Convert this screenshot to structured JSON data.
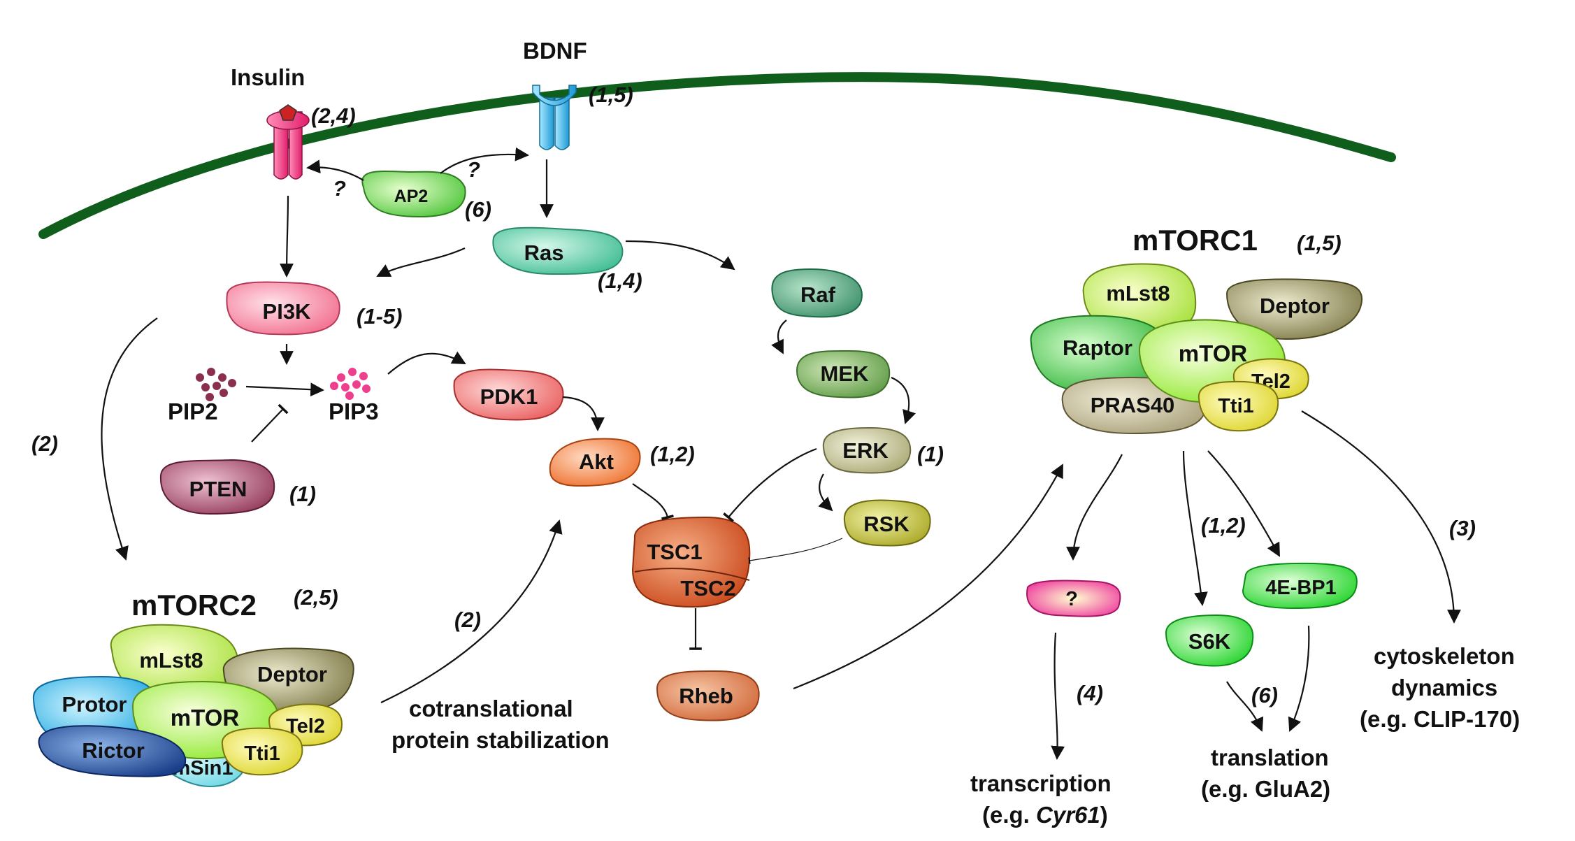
{
  "ligands": {
    "insulin": "Insulin",
    "bdnf": "BDNF"
  },
  "nodes": {
    "ap2": "AP2",
    "ras": "Ras",
    "pi3k": "PI3K",
    "pip2": "PIP2",
    "pip3": "PIP3",
    "pten": "PTEN",
    "pdk1": "PDK1",
    "akt": "Akt",
    "raf": "Raf",
    "mek": "MEK",
    "erk": "ERK",
    "rsk": "RSK",
    "tsc1": "TSC1",
    "tsc2": "TSC2",
    "rheb": "Rheb",
    "unknown": "?",
    "s6k": "S6K",
    "fourebp1": "4E-BP1"
  },
  "mtorc1": {
    "title": "mTORC1",
    "ref": "(1,5)",
    "mlst8": "mLst8",
    "deptor": "Deptor",
    "raptor": "Raptor",
    "mtor": "mTOR",
    "tel2": "Tel2",
    "pras40": "PRAS40",
    "tti1": "Tti1"
  },
  "mtorc2": {
    "title": "mTORC2",
    "ref": "(2,5)",
    "mlst8": "mLst8",
    "deptor": "Deptor",
    "protor": "Protor",
    "mtor": "mTOR",
    "tel2": "Tel2",
    "rictor": "Rictor",
    "tti1": "Tti1",
    "msin1": "mSin1"
  },
  "refs": {
    "insulin": "(2,4)",
    "bdnf": "(1,5)",
    "ap2": "(6)",
    "ras": "(1,4)",
    "pi3k": "(1-5)",
    "pten": "(1)",
    "akt": "(1,2)",
    "erk": "(1)",
    "pathway_mtorc2": "(2)",
    "pathway_akt": "(2)",
    "transcription": "(4)",
    "s6k": "(1,2)",
    "translation": "(6)",
    "cytoskeleton": "(3)",
    "q_left": "?",
    "q_right": "?"
  },
  "outputs": {
    "stabilization_1": "cotranslational",
    "stabilization_2": "protein stabilization",
    "transcription_1": "transcription",
    "transcription_2a": "(e.g. ",
    "transcription_2b": "Cyr61",
    "transcription_2c": ")",
    "translation_1": "translation",
    "translation_2": "(e.g. GluA2)",
    "cyto_1": "cytoskeleton",
    "cyto_2": "dynamics",
    "cyto_3": "(e.g. CLIP-170)"
  }
}
